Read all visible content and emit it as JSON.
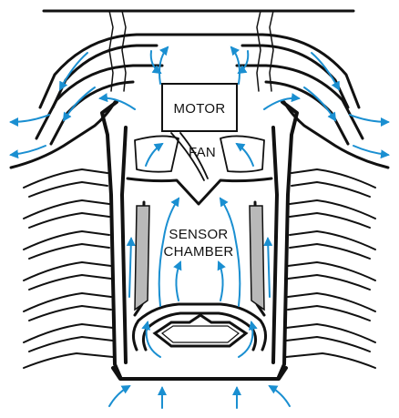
{
  "labels": {
    "motor": "MOTOR",
    "fan": "FAN",
    "sensor_line1": "SENSOR",
    "sensor_line2": "CHAMBER"
  },
  "colors": {
    "airflow": "#1a8fd1",
    "outline": "#111111",
    "filter_fill": "#b9b9b9",
    "background": "#ffffff"
  }
}
